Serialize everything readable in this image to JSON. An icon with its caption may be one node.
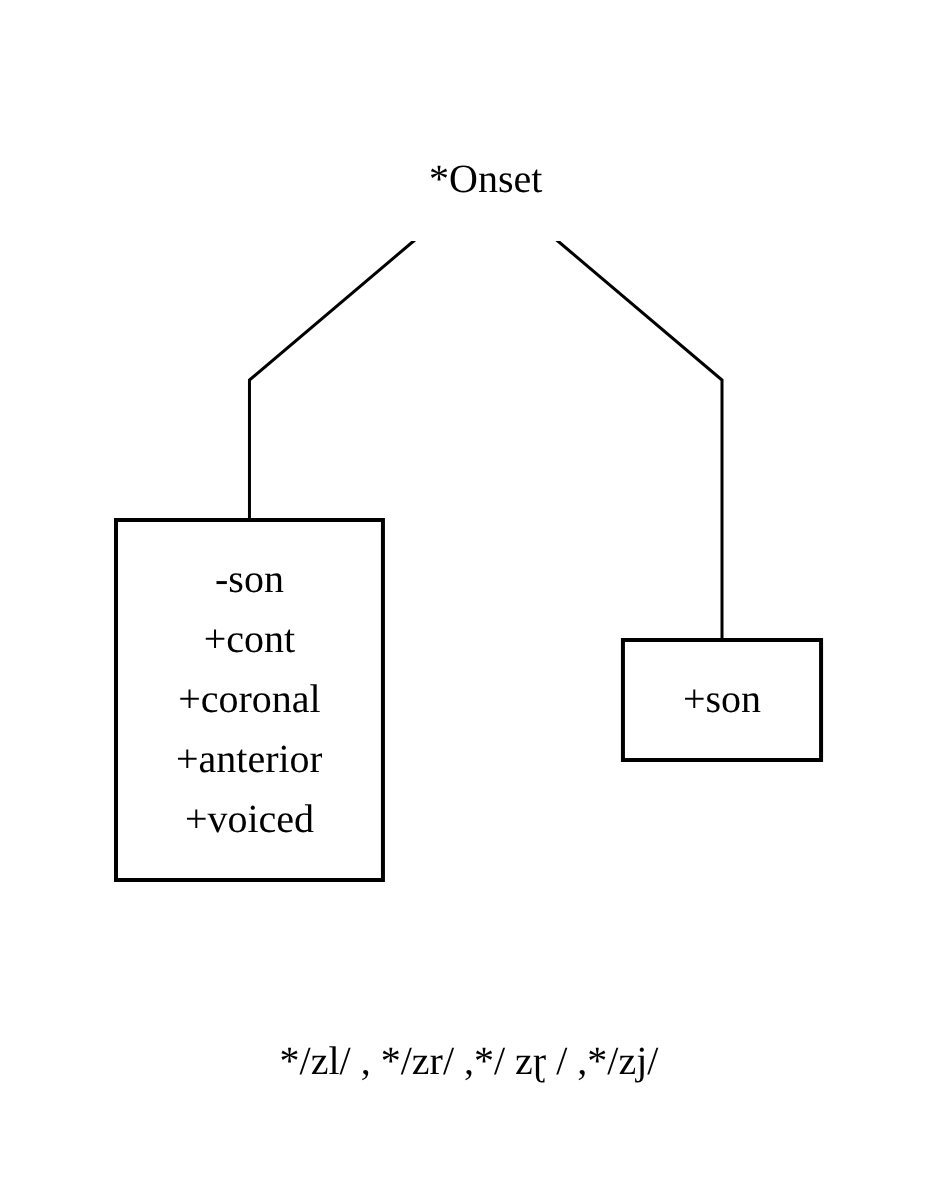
{
  "diagram": {
    "nodes": [
      {
        "text": [
          "*Onset"
        ]
      },
      {
        "text": [
          "-son +cont +coronal +anterior +voiced"
        ]
      },
      {
        "text": [
          "+son"
        ]
      }
    ],
    "edges": [
      {
        "from": 0,
        "to": 1,
        "arrow": "none"
      },
      {
        "from": 0,
        "to": 2,
        "arrow": "none"
      }
    ],
    "labels": [
      "*/zl/ , */zr/ ,*/ zɽ / ,*/zj/"
    ]
  }
}
